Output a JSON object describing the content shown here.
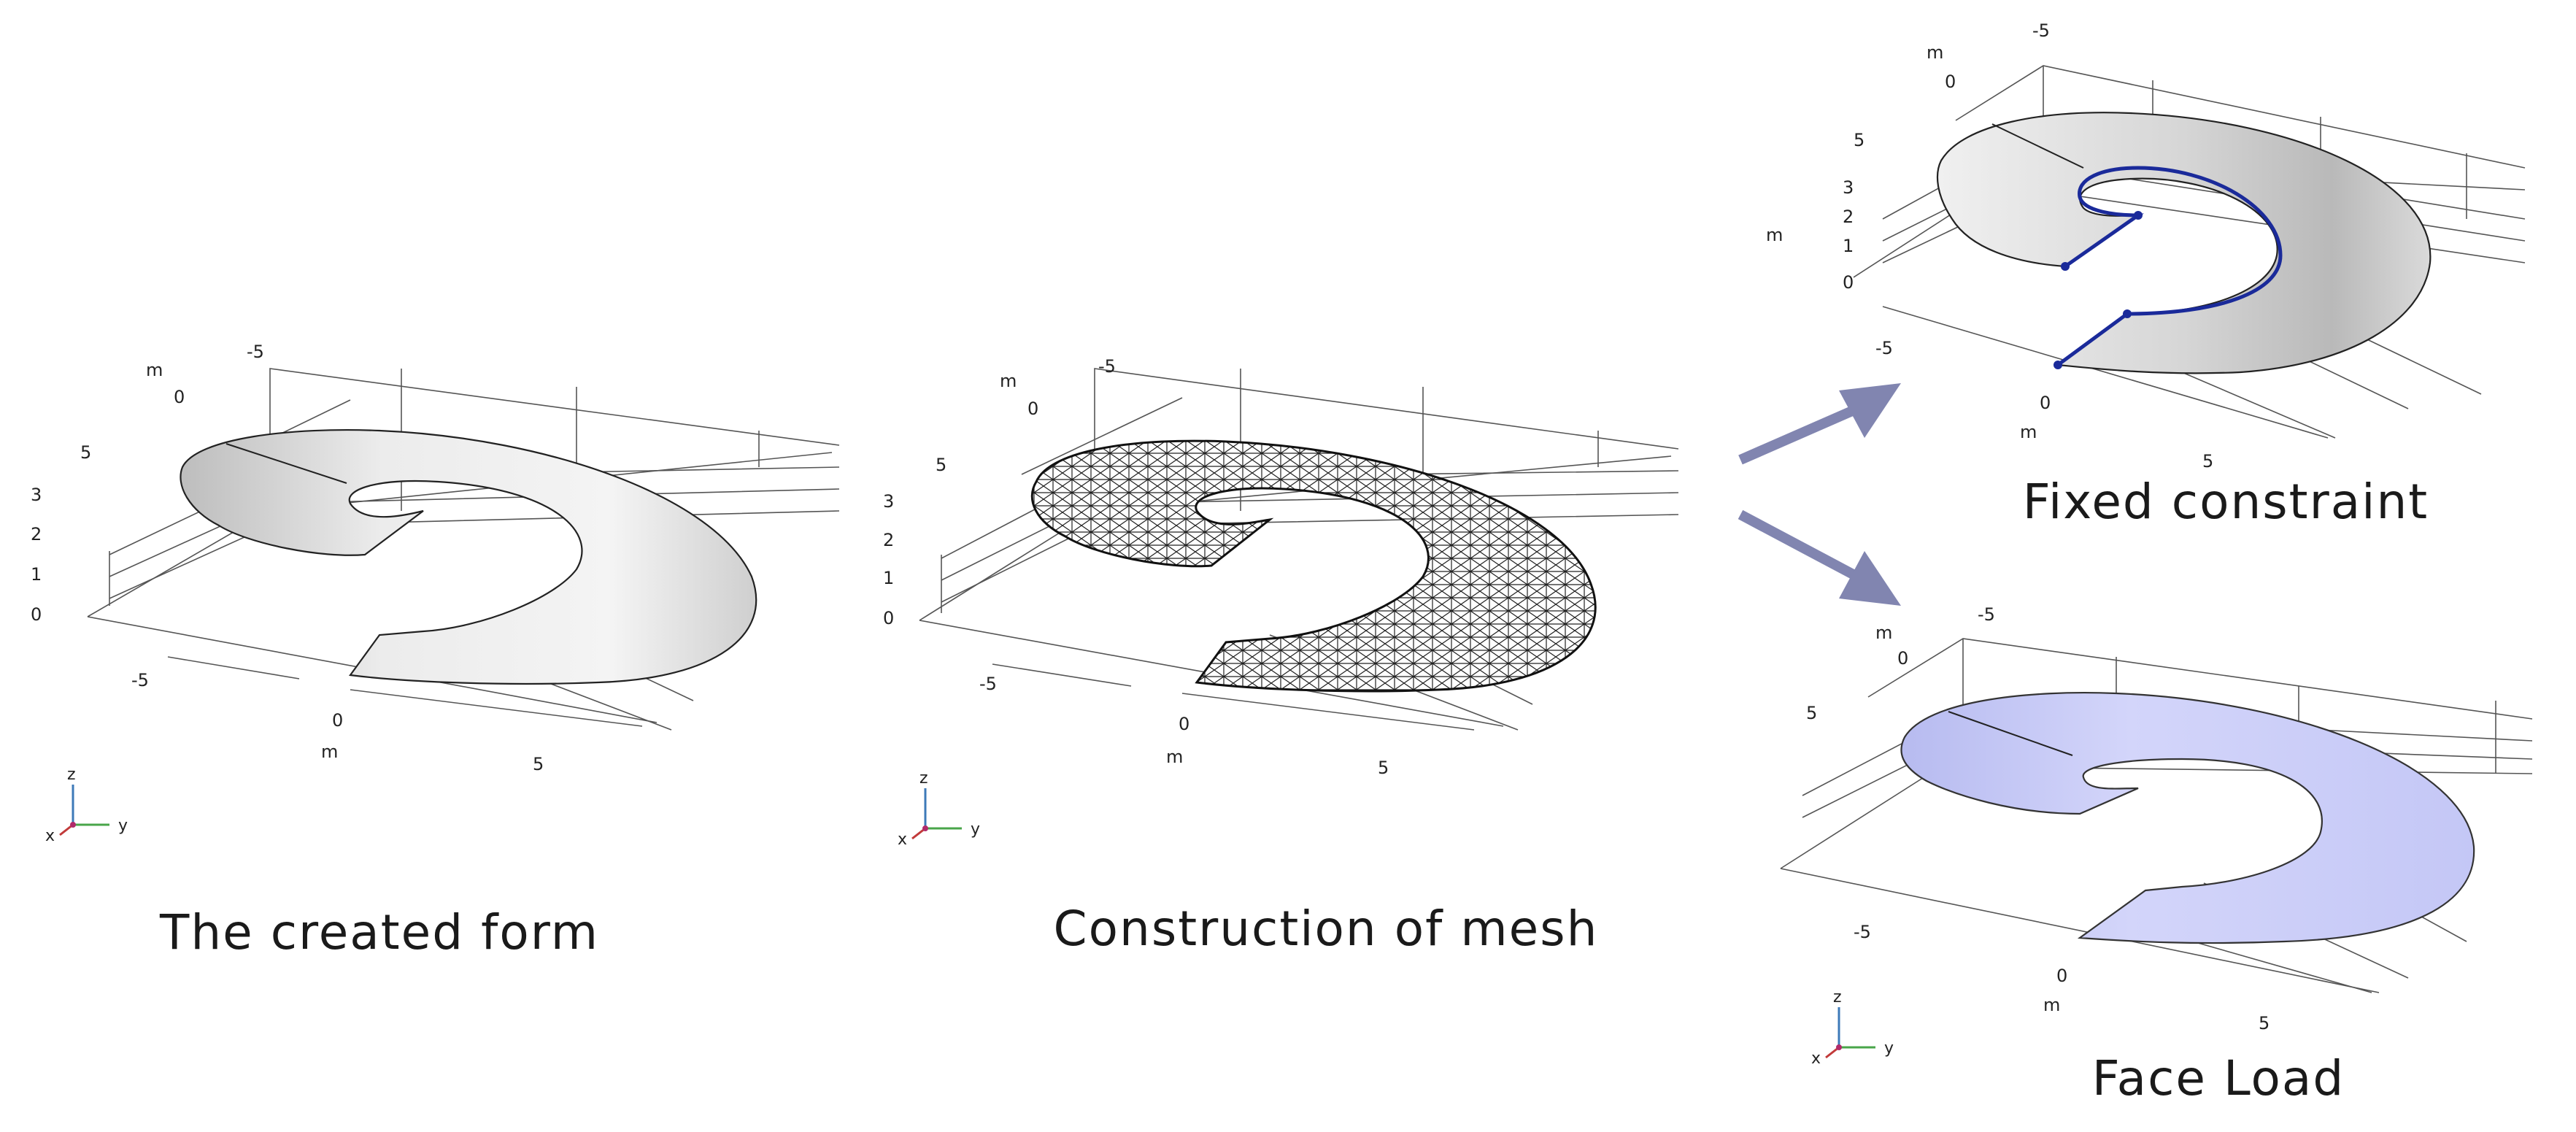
{
  "panels": {
    "created_form": {
      "caption": "The created form",
      "unit": "m",
      "z_ticks": [
        "3",
        "2",
        "1",
        "0"
      ],
      "top_ticks": [
        "-5",
        "0",
        "5"
      ],
      "bottom_ticks": [
        "-5",
        "0",
        "5"
      ]
    },
    "mesh": {
      "caption": "Construction of mesh",
      "unit": "m",
      "z_ticks": [
        "3",
        "2",
        "1",
        "0"
      ],
      "top_ticks": [
        "-5",
        "0",
        "5"
      ],
      "bottom_ticks": [
        "-5",
        "0",
        "5"
      ]
    },
    "fixed_constraint": {
      "caption": "Fixed constraint",
      "unit": "m",
      "z_ticks": [
        "3",
        "2",
        "1",
        "0"
      ],
      "top_ticks": [
        "-5",
        "0",
        "5"
      ],
      "bottom_ticks": [
        "-5",
        "0",
        "5"
      ]
    },
    "face_load": {
      "caption": "Face Load",
      "unit": "m",
      "z_ticks": [],
      "top_ticks": [
        "-5",
        "0",
        "5"
      ],
      "bottom_ticks": [
        "-5",
        "0",
        "5"
      ]
    }
  },
  "axis_triad": {
    "x": "x",
    "y": "y",
    "z": "z"
  },
  "colors": {
    "shape_gray": "#d8d8d8",
    "load_blue": "#c8cbf5",
    "constraint_edge": "#1a2a9a",
    "arrow": "#8185b0"
  }
}
